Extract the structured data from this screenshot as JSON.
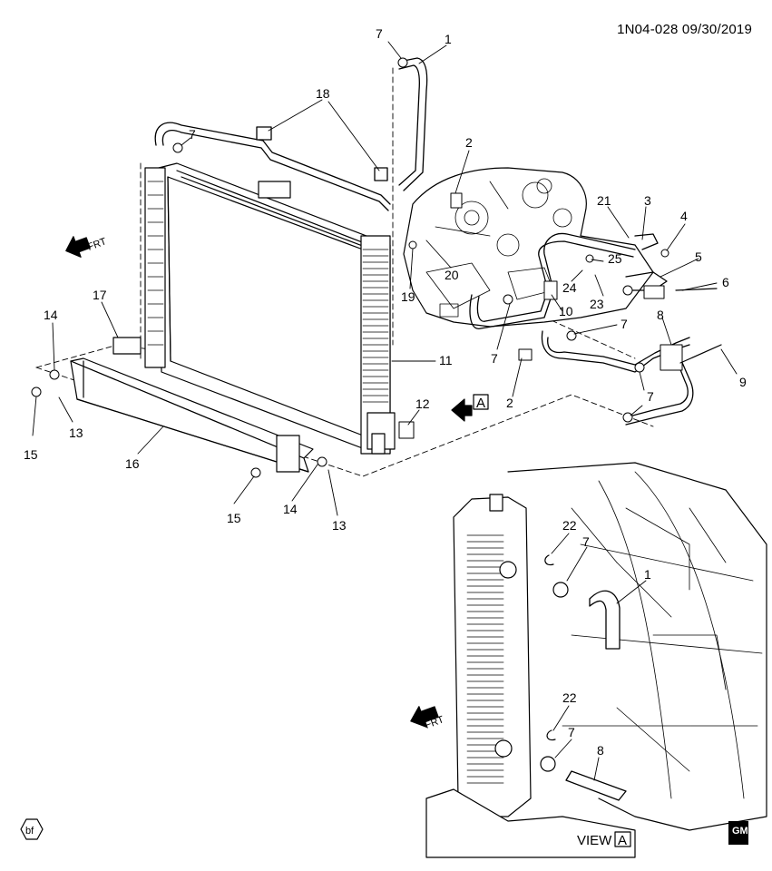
{
  "header": {
    "doc_id": "1N04-028 09/30/2019"
  },
  "callouts": {
    "c1": "1",
    "c2": "2",
    "c3": "3",
    "c4": "4",
    "c5": "5",
    "c6": "6",
    "c7": "7",
    "c8": "8",
    "c9": "9",
    "c10": "10",
    "c11": "11",
    "c12": "12",
    "c13": "13",
    "c14": "14",
    "c15": "15",
    "c16": "16",
    "c17": "17",
    "c18": "18",
    "c19": "19",
    "c20": "20",
    "c21": "21",
    "c22": "22",
    "c23": "23",
    "c24": "24",
    "c25": "25"
  },
  "direction_label": "FRT",
  "view_marker": "A",
  "view_label": "VIEW",
  "footer": {
    "badge": "bf",
    "brand_logo_text": "GM"
  }
}
